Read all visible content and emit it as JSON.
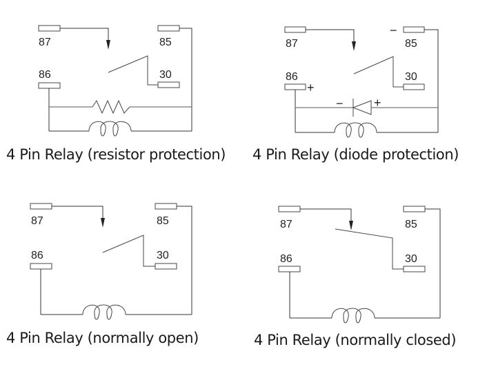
{
  "diagrams": [
    {
      "caption": "4 Pin Relay (resistor protection)",
      "protection": "resistor",
      "pins": {
        "p87": "87",
        "p85": "85",
        "p86": "86",
        "p30": "30"
      }
    },
    {
      "caption": "4 Pin Relay (diode protection)",
      "protection": "diode",
      "pins": {
        "p87": "87",
        "p85": "85",
        "p86": "86",
        "p30": "30"
      },
      "signs": {
        "pin85": "−",
        "pin86": "+",
        "diode_left": "−",
        "diode_right": "+"
      }
    },
    {
      "caption": "4 Pin Relay (normally open)",
      "switch_state": "open",
      "pins": {
        "p87": "87",
        "p85": "85",
        "p86": "86",
        "p30": "30"
      }
    },
    {
      "caption": "4 Pin Relay (normally closed)",
      "switch_state": "closed",
      "pins": {
        "p87": "87",
        "p85": "85",
        "p86": "86",
        "p30": "30"
      }
    }
  ],
  "colors": {
    "wire": "#333333",
    "wire_light": "#777777",
    "pin_fill": "#ffffff",
    "pin_stroke": "#444444",
    "text": "#222222"
  }
}
